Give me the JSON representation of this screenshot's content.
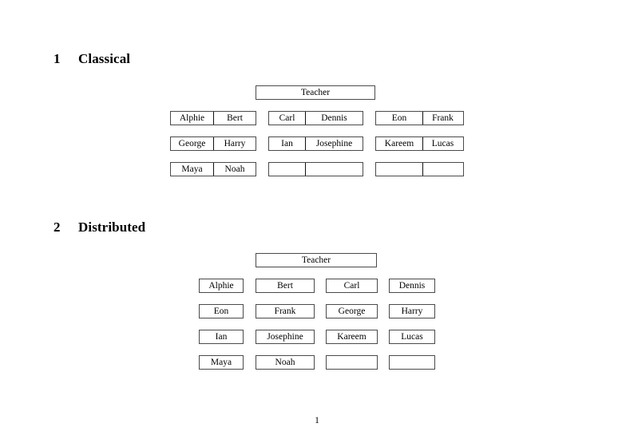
{
  "document": {
    "page_number": "1"
  },
  "sections": [
    {
      "number": "1",
      "title": "Classical",
      "teacher_label": "Teacher",
      "groups": [
        {
          "rows": [
            [
              "Alphie",
              "Bert"
            ],
            [
              "George",
              "Harry"
            ],
            [
              "Maya",
              "Noah"
            ]
          ]
        },
        {
          "rows": [
            [
              "Carl",
              "Dennis"
            ],
            [
              "Ian",
              "Josephine"
            ],
            [
              "",
              ""
            ]
          ]
        },
        {
          "rows": [
            [
              "Eon",
              "Frank"
            ],
            [
              "Kareem",
              "Lucas"
            ],
            [
              "",
              ""
            ]
          ]
        }
      ]
    },
    {
      "number": "2",
      "title": "Distributed",
      "teacher_label": "Teacher",
      "rows": [
        [
          "Alphie",
          "Bert",
          "Carl",
          "Dennis"
        ],
        [
          "Eon",
          "Frank",
          "George",
          "Harry"
        ],
        [
          "Ian",
          "Josephine",
          "Kareem",
          "Lucas"
        ],
        [
          "Maya",
          "Noah",
          "",
          ""
        ]
      ]
    }
  ],
  "colors": {
    "page_background": "#ffffff",
    "text": "#000000",
    "box_border": "#4a4a4a",
    "divider_rule": "#111111"
  }
}
